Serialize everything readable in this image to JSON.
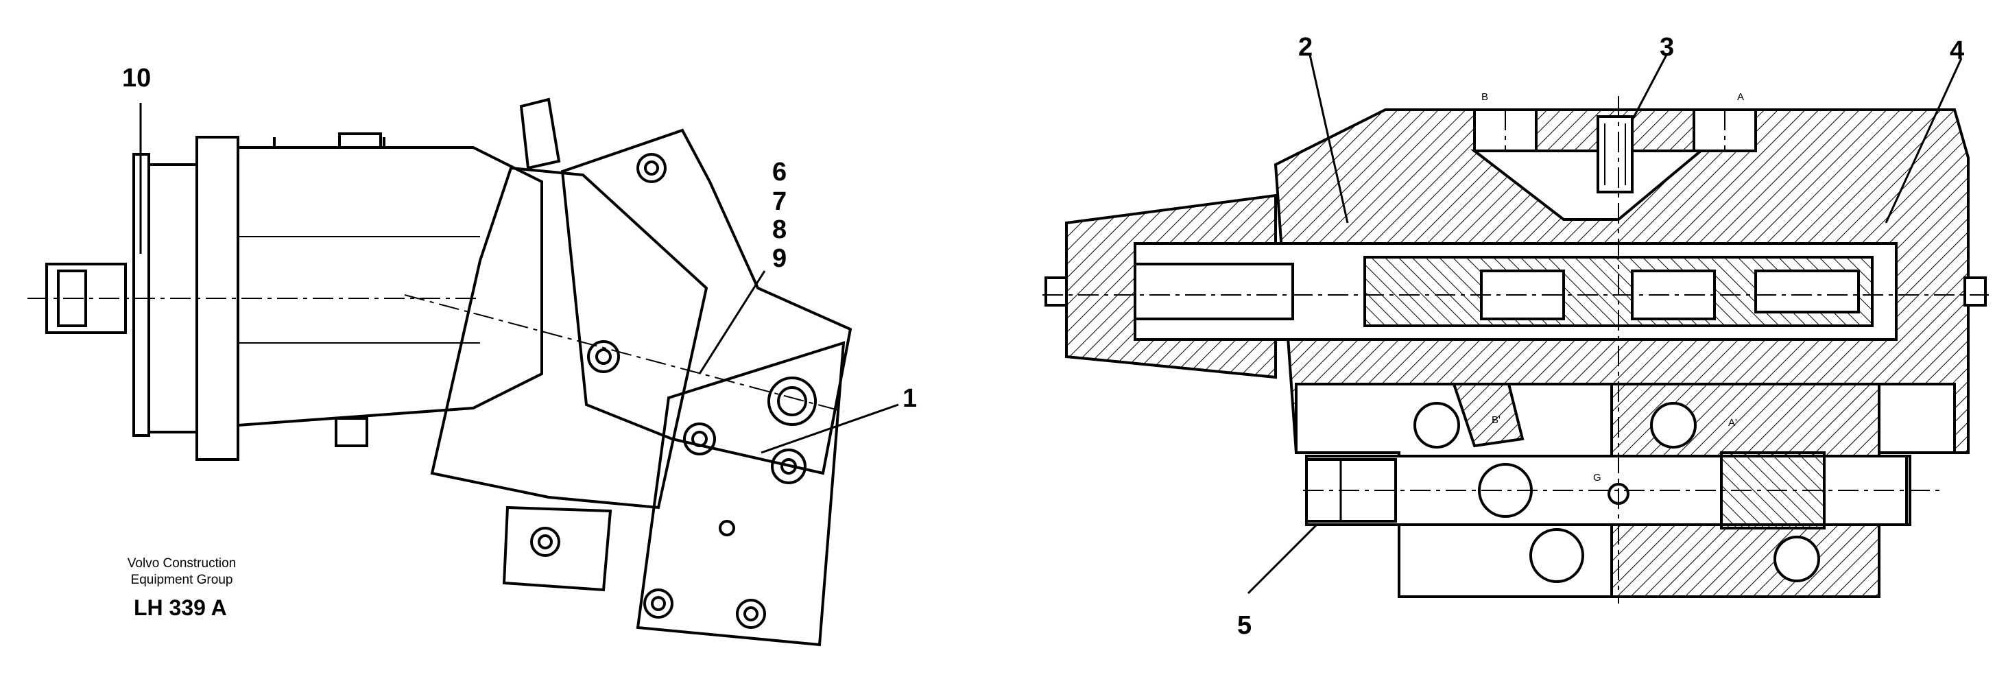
{
  "left_view": {
    "callouts": [
      "10",
      "6",
      "7",
      "8",
      "9",
      "1"
    ]
  },
  "right_view": {
    "callouts": [
      "2",
      "3",
      "4",
      "5"
    ],
    "ports": [
      "B",
      "A",
      "B'",
      "A'",
      "G"
    ]
  },
  "caption": {
    "company_line1": "Volvo Construction",
    "company_line2": "Equipment Group",
    "code": "LH 339 A"
  }
}
